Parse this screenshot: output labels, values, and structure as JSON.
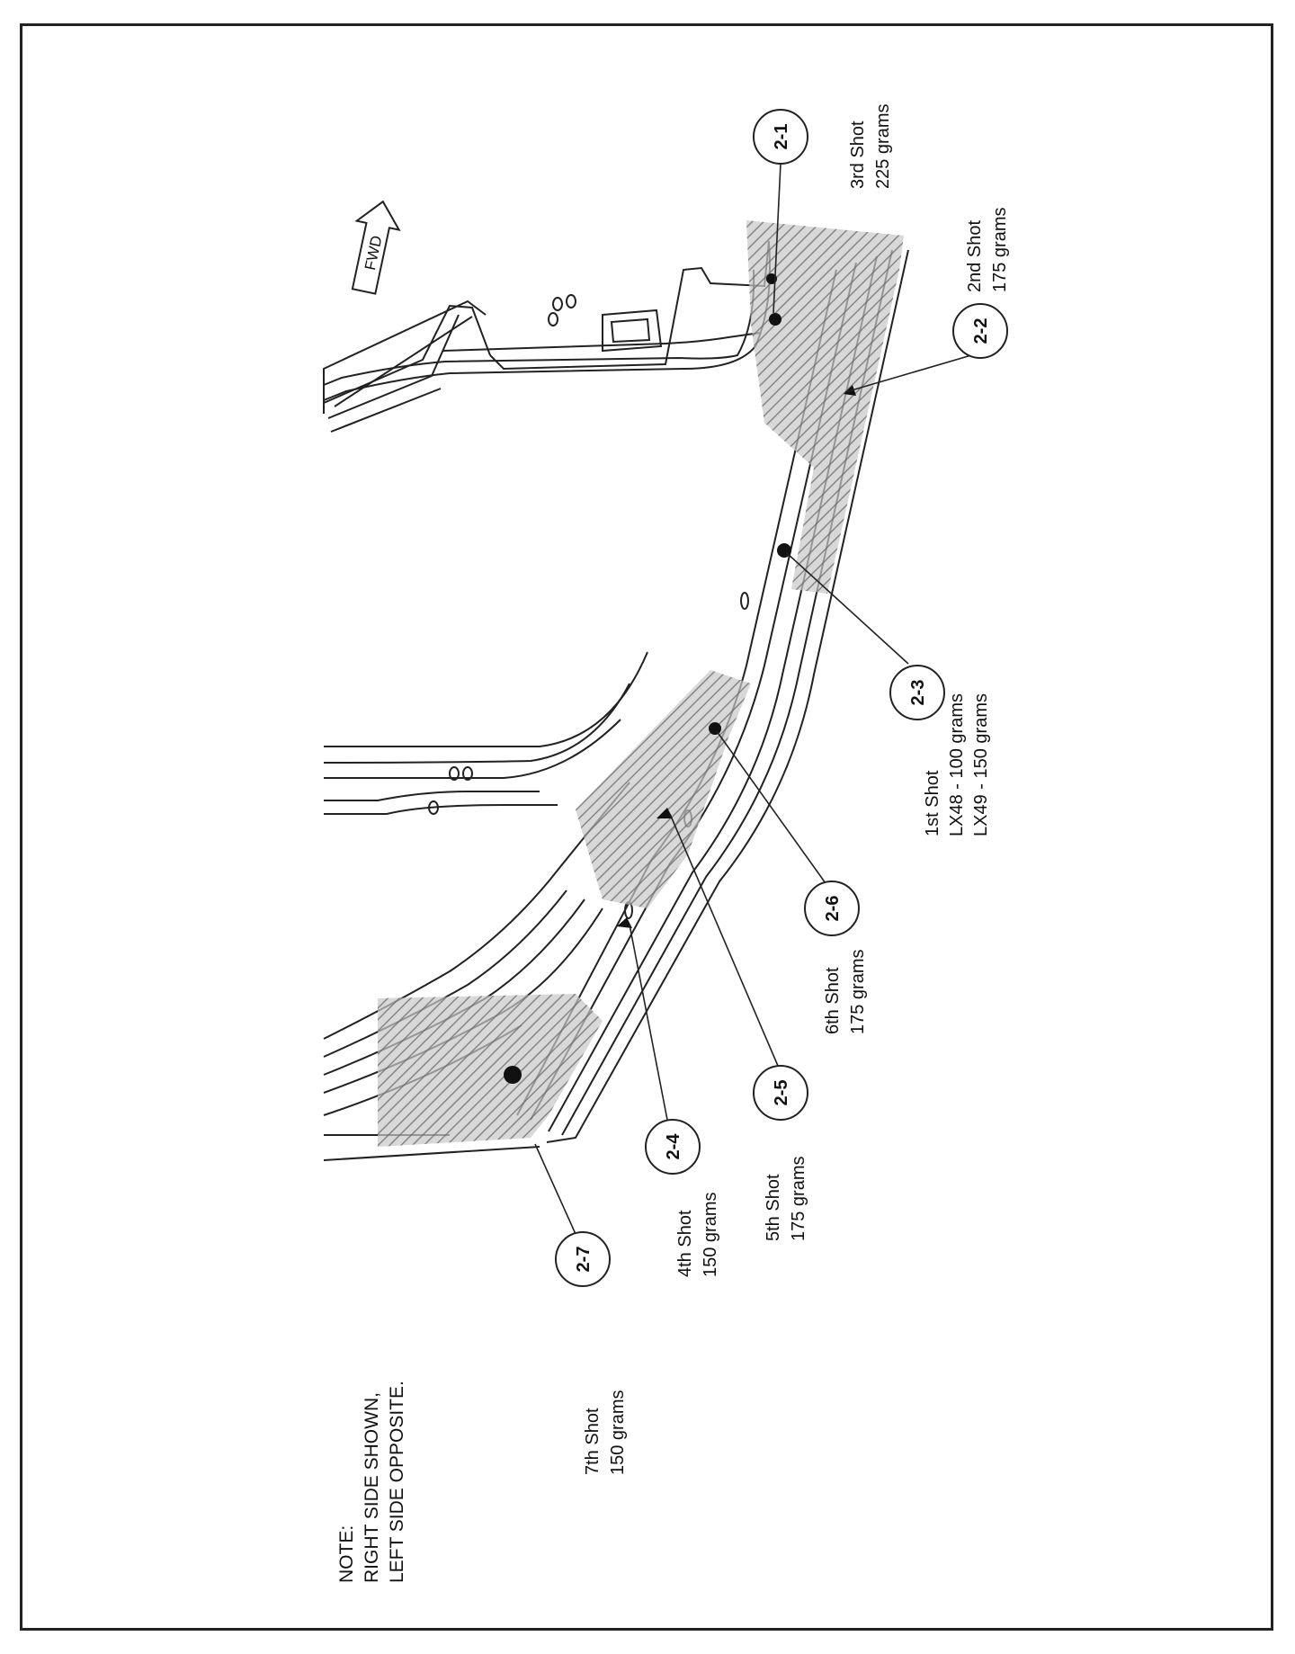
{
  "fwd_label": "FWD",
  "note": {
    "line1": "NOTE:",
    "line2": "RIGHT SIDE SHOWN,",
    "line3": "LEFT SIDE OPPOSITE."
  },
  "callouts": [
    {
      "id": "2-1",
      "lines": [
        "1st Shot",
        "LX48 - 100 grams",
        "LX49 - 150 grams"
      ]
    },
    {
      "id": "2-2",
      "lines": [
        "2nd Shot",
        "175 grams"
      ]
    },
    {
      "id": "2-3",
      "lines": [
        "3rd Shot",
        "225 grams"
      ]
    },
    {
      "id": "2-4",
      "lines": [
        "4th Shot",
        "150 grams"
      ]
    },
    {
      "id": "2-5",
      "lines": [
        "5th Shot",
        "175 grams"
      ]
    },
    {
      "id": "2-6",
      "lines": [
        "6th Shot",
        "175 grams"
      ]
    },
    {
      "id": "2-7",
      "lines": [
        "7th Shot",
        "150 grams"
      ]
    }
  ],
  "colors": {
    "line": "#222222",
    "shade": "#c8c8c8",
    "hatch": "#6a6a6a",
    "dot": "#111111"
  }
}
